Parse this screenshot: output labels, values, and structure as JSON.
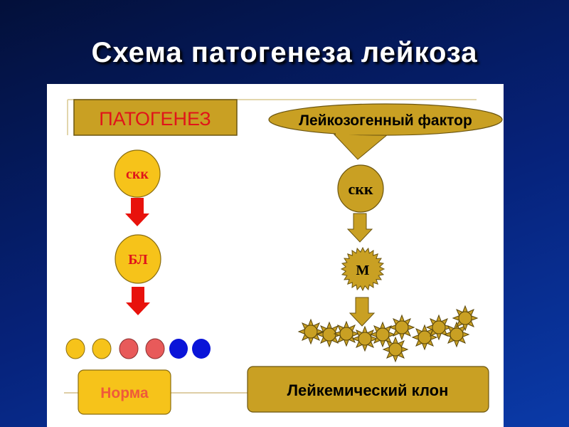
{
  "slide": {
    "title": "Схема патогенеза лейкоза"
  },
  "diagram": {
    "header_box": "ПАТОГЕНЕЗ",
    "callout": "Лейкозогенный фактор",
    "left_cell_1": "скк",
    "left_cell_2": "БЛ",
    "right_cell_1": "скк",
    "right_cell_2": "М",
    "normal_box": "Норма",
    "leukemic_box": "Лейкемический клон",
    "colors": {
      "yellow": "#f6c31a",
      "gold": "#c9a023",
      "red_arrow": "#e8120c",
      "pink": "#e85a5a",
      "blue": "#0a14d8"
    }
  }
}
